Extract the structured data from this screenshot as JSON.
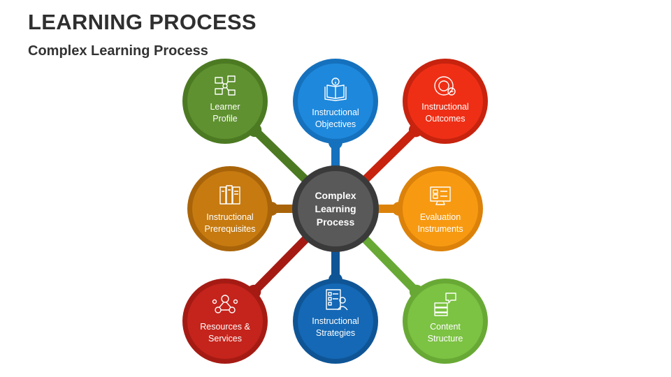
{
  "header": {
    "title": "LEARNING PROCESS",
    "subtitle": "Complex Learning Process"
  },
  "center": {
    "lines": [
      "Complex",
      "Learning",
      "Process"
    ],
    "fill": "#595959",
    "ring": "#3a3a3a"
  },
  "nodes": [
    {
      "id": "learner-profile",
      "lines": [
        "Learner",
        "Profile"
      ],
      "fill": "#5f9130",
      "ring": "#4c7a22",
      "icon": "profile-network-icon"
    },
    {
      "id": "instructional-objectives",
      "lines": [
        "Instructional",
        "Objectives"
      ],
      "fill": "#1e88dc",
      "ring": "#1571bd",
      "icon": "open-book-info-icon"
    },
    {
      "id": "instructional-outcomes",
      "lines": [
        "Instructional",
        "Outcomes"
      ],
      "fill": "#ee2f16",
      "ring": "#c7230e",
      "icon": "target-minus-icon"
    },
    {
      "id": "instructional-prerequisites",
      "lines": [
        "Instructional",
        "Prerequisites"
      ],
      "fill": "#c67a10",
      "ring": "#a9640a",
      "icon": "books-shelf-icon"
    },
    {
      "id": "evaluation-instruments",
      "lines": [
        "Evaluation",
        "Instruments"
      ],
      "fill": "#f79a12",
      "ring": "#dc820a",
      "icon": "monitor-checklist-icon"
    },
    {
      "id": "resources-services",
      "lines": [
        "Resources &",
        "Services"
      ],
      "fill": "#c4241c",
      "ring": "#a51b14",
      "icon": "people-network-icon"
    },
    {
      "id": "instructional-strategies",
      "lines": [
        "Instructional",
        "Strategies"
      ],
      "fill": "#1468b5",
      "ring": "#0f5596",
      "icon": "checklist-person-icon"
    },
    {
      "id": "content-structure",
      "lines": [
        "Content",
        "Structure"
      ],
      "fill": "#7cc243",
      "ring": "#68a935",
      "icon": "layers-chat-icon"
    }
  ]
}
